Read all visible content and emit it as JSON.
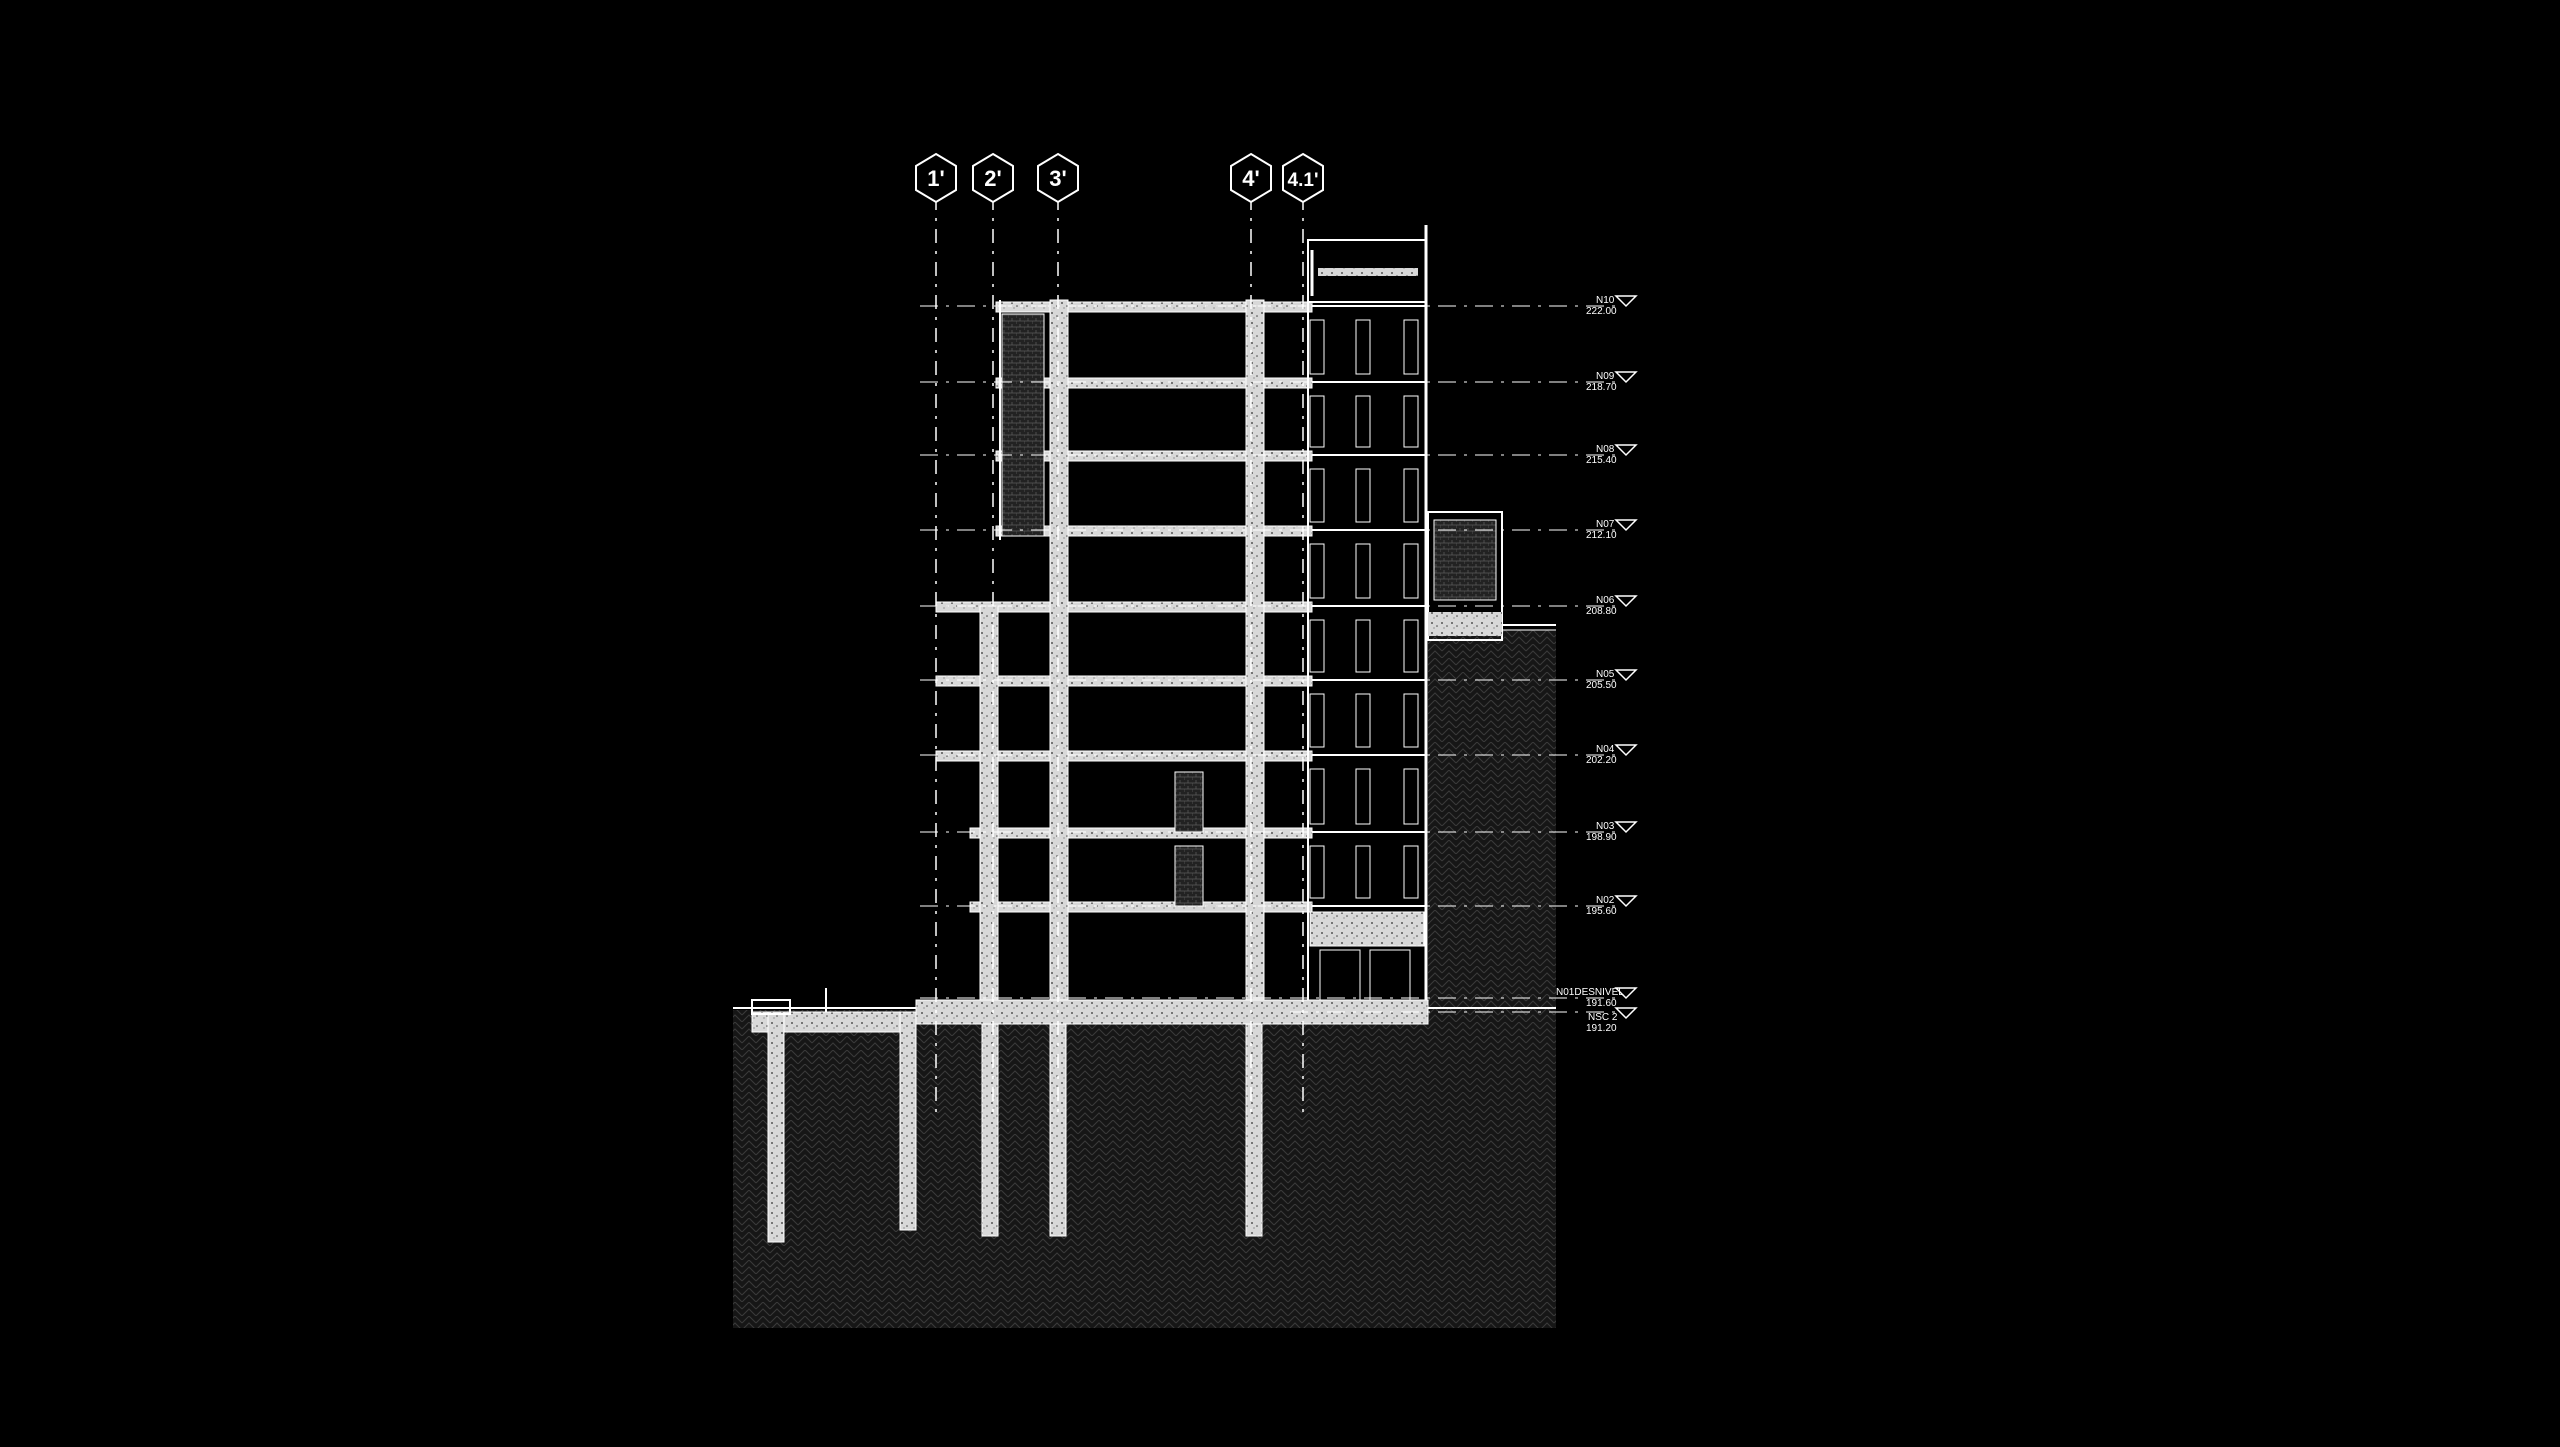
{
  "drawing": {
    "type": "building-section",
    "colors": {
      "background": "#000000",
      "line": "#ffffff",
      "ground_fill": "#1c1c1c",
      "concrete": "#ffffff",
      "brick": "#2a2a2a"
    }
  },
  "axes": [
    {
      "id": "axis-1",
      "label": "1'"
    },
    {
      "id": "axis-2",
      "label": "2'"
    },
    {
      "id": "axis-3",
      "label": "3'"
    },
    {
      "id": "axis-4",
      "label": "4'"
    },
    {
      "id": "axis-41",
      "label": "4.1'"
    }
  ],
  "levels": [
    {
      "name": "N10",
      "elevation": "222.00"
    },
    {
      "name": "N09",
      "elevation": "218.70"
    },
    {
      "name": "N08",
      "elevation": "215.40"
    },
    {
      "name": "N07",
      "elevation": "212.10"
    },
    {
      "name": "N06",
      "elevation": "208.80"
    },
    {
      "name": "N05",
      "elevation": "205.50"
    },
    {
      "name": "N04",
      "elevation": "202.20"
    },
    {
      "name": "N03",
      "elevation": "198.90"
    },
    {
      "name": "N02",
      "elevation": "195.60"
    },
    {
      "name": "N01DESNIVEL",
      "elevation": "191.60"
    },
    {
      "name": "NSC 2",
      "elevation": "191.20"
    }
  ]
}
